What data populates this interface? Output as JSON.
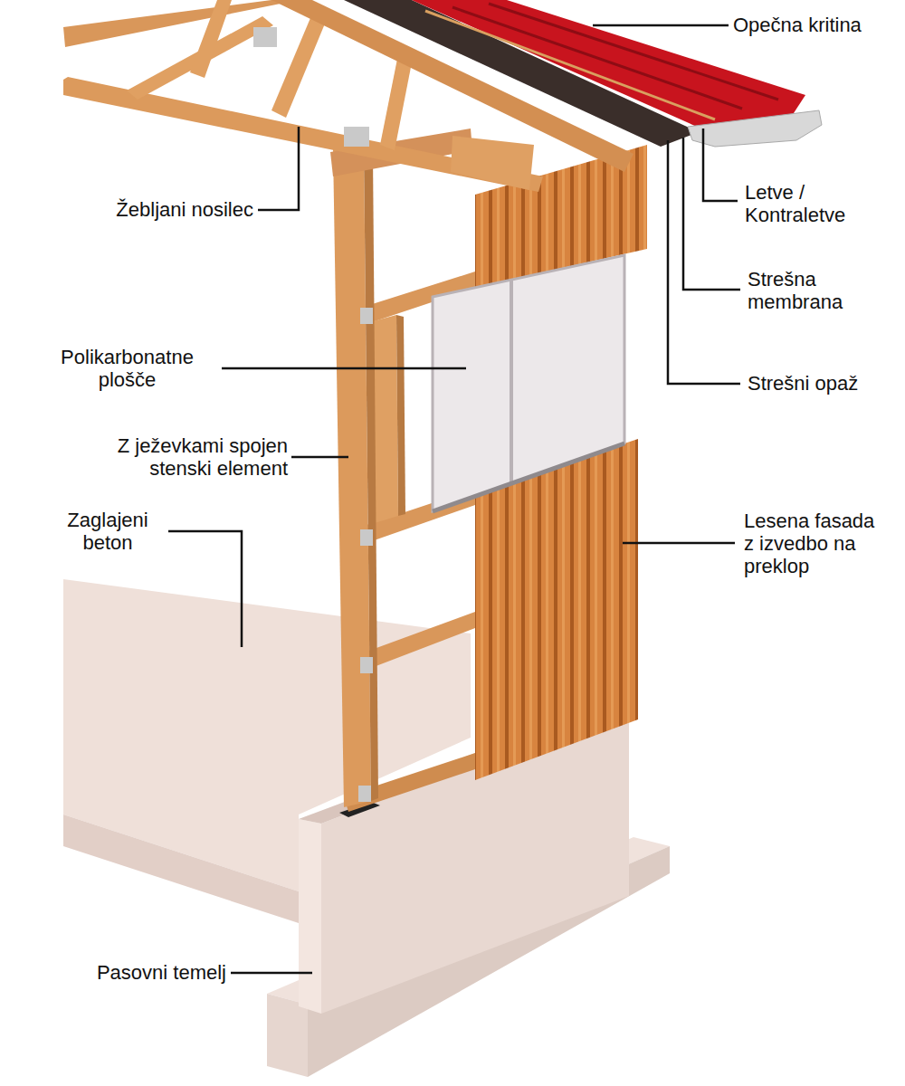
{
  "diagram": {
    "labels": [
      "Opečna kritina",
      "Žebljani nosilec",
      "Letve / Kontraletve",
      "Strešna membrana",
      "Polikarbonatne plošče",
      "Strešni opaž",
      "Z ježevkami spojen stenski element",
      "Zaglajeni beton",
      "Lesena fasada z izvedbo na preklop",
      "Pasovni temelj"
    ]
  }
}
